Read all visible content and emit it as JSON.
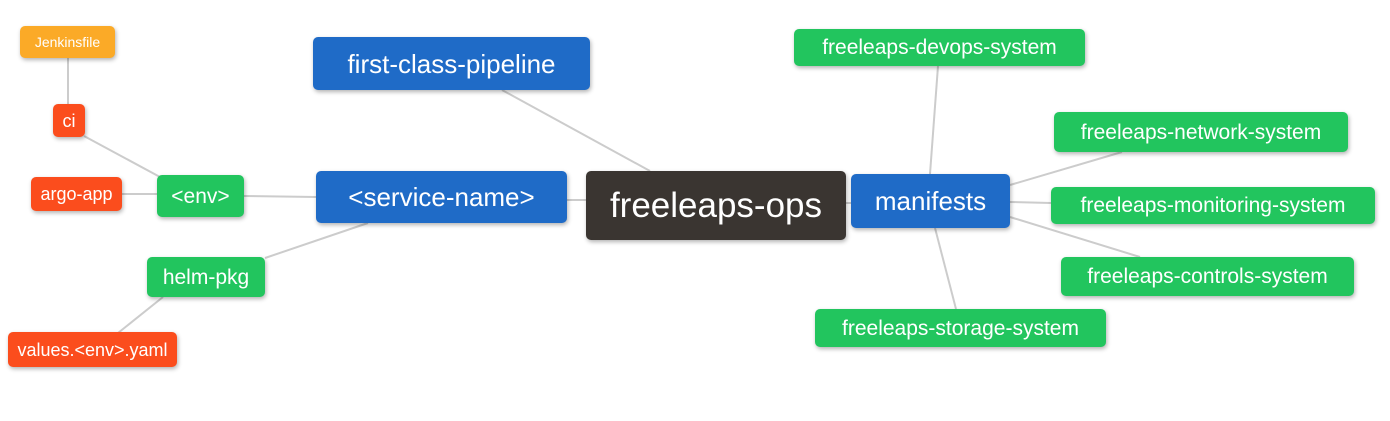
{
  "mindmap": {
    "title": "freeleaps-ops repository structure mind map",
    "nodes": {
      "root": {
        "label": "freeleaps-ops",
        "level": 0
      },
      "first_class_pipeline": {
        "label": "first-class-pipeline",
        "level": 1
      },
      "service_name": {
        "label": "<service-name>",
        "level": 1
      },
      "manifests": {
        "label": "manifests",
        "level": 1
      },
      "env": {
        "label": "<env>",
        "level": 2
      },
      "helm_pkg": {
        "label": "helm-pkg",
        "level": 2
      },
      "devops_system": {
        "label": "freeleaps-devops-system",
        "level": 2
      },
      "network_system": {
        "label": "freeleaps-network-system",
        "level": 2
      },
      "monitoring_system": {
        "label": "freeleaps-monitoring-system",
        "level": 2
      },
      "controls_system": {
        "label": "freeleaps-controls-system",
        "level": 2
      },
      "storage_system": {
        "label": "freeleaps-storage-system",
        "level": 2
      },
      "ci": {
        "label": "ci",
        "level": 3
      },
      "argo_app": {
        "label": "argo-app",
        "level": 3
      },
      "values_env_yaml": {
        "label": "values.<env>.yaml",
        "level": 3
      },
      "jenkinsfile": {
        "label": "Jenkinsfile",
        "level": 4
      }
    },
    "edges": [
      [
        "freeleaps-ops",
        "first-class-pipeline"
      ],
      [
        "freeleaps-ops",
        "<service-name>"
      ],
      [
        "freeleaps-ops",
        "manifests"
      ],
      [
        "<service-name>",
        "<env>"
      ],
      [
        "<service-name>",
        "helm-pkg"
      ],
      [
        "<env>",
        "ci"
      ],
      [
        "<env>",
        "argo-app"
      ],
      [
        "ci",
        "Jenkinsfile"
      ],
      [
        "helm-pkg",
        "values.<env>.yaml"
      ],
      [
        "manifests",
        "freeleaps-devops-system"
      ],
      [
        "manifests",
        "freeleaps-network-system"
      ],
      [
        "manifests",
        "freeleaps-monitoring-system"
      ],
      [
        "manifests",
        "freeleaps-controls-system"
      ],
      [
        "manifests",
        "freeleaps-storage-system"
      ]
    ],
    "colors": {
      "root_bg": "#3a3531",
      "level1_bg": "#1f6bc7",
      "level2_bg": "#22c55e",
      "level3_bg": "#fb4d1d",
      "level4_bg": "#fbaa27",
      "edge": "#cccccc",
      "text": "#ffffff",
      "background": "#ffffff"
    }
  }
}
